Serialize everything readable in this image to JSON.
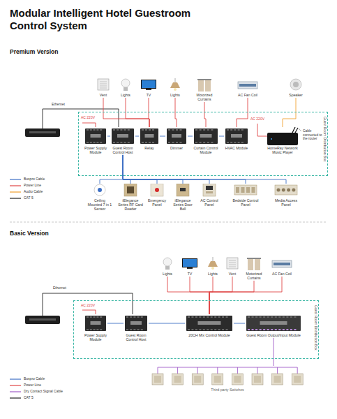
{
  "diagram": {
    "title": "Modular Intelligent Hotel Guestroom Control System",
    "nodes": [
      {
        "text": [
          "Vent"
        ]
      },
      {
        "text": [
          "Lights"
        ]
      },
      {
        "text": [
          "TV"
        ]
      },
      {
        "text": [
          "Lights"
        ]
      },
      {
        "text": [
          "Motorized Curtains"
        ]
      },
      {
        "text": [
          "AC Fan Coil"
        ]
      },
      {
        "text": [
          "Speaker"
        ]
      },
      {
        "text": [
          "Guest Room Distribution Box"
        ]
      },
      {
        "text": [
          "Power Supply Module"
        ],
        "in": 7
      },
      {
        "text": [
          "Guest Room Control Host"
        ],
        "in": 7
      },
      {
        "text": [
          "Relay"
        ],
        "in": 7
      },
      {
        "text": [
          "Dimmer"
        ],
        "in": 7
      },
      {
        "text": [
          "Curtain Control Module"
        ],
        "in": 7
      },
      {
        "text": [
          "HVAC Module"
        ],
        "in": 7
      },
      {
        "text": [
          "HomeRay Network Music Player"
        ],
        "in": 7
      },
      {
        "text": [
          "Ceiling Mounted 7 in 1 Sensor"
        ]
      },
      {
        "text": [
          "iElegance Series RF Card Reader"
        ]
      },
      {
        "text": [
          "Emergency Panel"
        ]
      },
      {
        "text": [
          "iElegance Series Door Bell"
        ]
      },
      {
        "text": [
          "AC Control Panel"
        ]
      },
      {
        "text": [
          "Bedside Control Panel"
        ]
      },
      {
        "text": [
          "Media Access Panel"
        ]
      },
      {
        "text": [
          "Lights"
        ]
      },
      {
        "text": [
          "TV"
        ]
      },
      {
        "text": [
          "Lights"
        ]
      },
      {
        "text": [
          "Vent"
        ]
      },
      {
        "text": [
          "Motorized Curtains"
        ]
      },
      {
        "text": [
          "AC Fan Coil"
        ]
      },
      {
        "text": [
          "Guest Room Distribution Box"
        ]
      },
      {
        "text": [
          "Power Supply Module"
        ],
        "in": 28
      },
      {
        "text": [
          "Guest Room Control Host"
        ],
        "in": 28
      },
      {
        "text": [
          "20CH Mix Control Module"
        ],
        "in": 28
      },
      {
        "text": [
          "Guest Room Output/Input Module"
        ],
        "in": 28
      },
      {
        "text": [
          "Third-party Switches"
        ]
      }
    ],
    "edges": [
      {
        "from": 10,
        "to": 0,
        "arrow": "none"
      },
      {
        "from": 10,
        "to": 1,
        "arrow": "none"
      },
      {
        "from": 10,
        "to": 2,
        "arrow": "none"
      },
      {
        "from": 11,
        "to": 3,
        "arrow": "none"
      },
      {
        "from": 12,
        "to": 4,
        "arrow": "none"
      },
      {
        "from": 13,
        "to": 5,
        "arrow": "none"
      },
      {
        "from": 14,
        "to": 6,
        "arrow": "none"
      },
      {
        "from": 8,
        "to": 9,
        "arrow": "none"
      },
      {
        "from": 9,
        "to": 10,
        "arrow": "none"
      },
      {
        "from": 10,
        "to": 11,
        "arrow": "none"
      },
      {
        "from": 11,
        "to": 12,
        "arrow": "none"
      },
      {
        "from": 12,
        "to": 13,
        "arrow": "none"
      },
      {
        "from": 9,
        "to": 15,
        "arrow": "none"
      },
      {
        "from": 9,
        "to": 16,
        "arrow": "none"
      },
      {
        "from": 9,
        "to": 17,
        "arrow": "none"
      },
      {
        "from": 9,
        "to": 18,
        "arrow": "none"
      },
      {
        "from": 9,
        "to": 19,
        "arrow": "none"
      },
      {
        "from": 9,
        "to": 20,
        "arrow": "none"
      },
      {
        "from": 9,
        "to": 21,
        "arrow": "none"
      },
      {
        "from": 31,
        "to": 22,
        "arrow": "none"
      },
      {
        "from": 31,
        "to": 23,
        "arrow": "none"
      },
      {
        "from": 31,
        "to": 24,
        "arrow": "none"
      },
      {
        "from": 31,
        "to": 25,
        "arrow": "none"
      },
      {
        "from": 31,
        "to": 26,
        "arrow": "none"
      },
      {
        "from": 31,
        "to": 27,
        "arrow": "none"
      },
      {
        "from": 29,
        "to": 30,
        "arrow": "none"
      },
      {
        "from": 30,
        "to": 31,
        "arrow": "none"
      },
      {
        "from": 31,
        "to": 32,
        "arrow": "none"
      },
      {
        "from": 32,
        "to": 33,
        "arrow": "none"
      }
    ],
    "labels": [
      "Premium Version",
      "Ethernet",
      "AC 220V",
      "AC 220V",
      "Cable connected to the router",
      "Basic Version",
      "Ethernet",
      "AC 220V"
    ],
    "legend": [
      {
        "text": "Buspro Cable"
      },
      {
        "text": "Power Line"
      },
      {
        "text": "Audio Cable"
      },
      {
        "text": "CAT 5"
      },
      {
        "text": "Buspro Cable"
      },
      {
        "text": "Power Line"
      },
      {
        "text": "Dry Contact Signal Cable"
      },
      {
        "text": "CAT 5"
      }
    ]
  }
}
